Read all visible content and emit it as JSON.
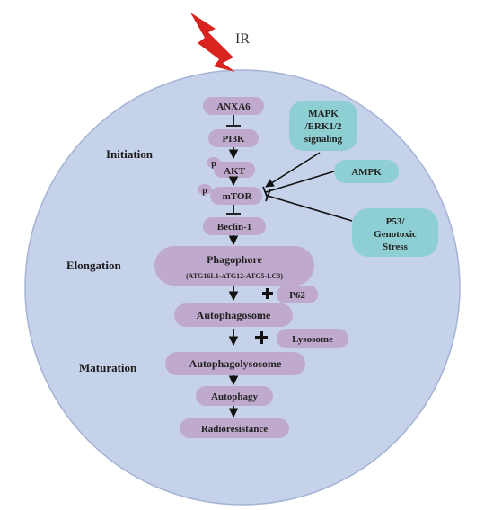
{
  "colors": {
    "cell": "#c6d2ea",
    "cell_border": "#a5b3d4",
    "node": "#bfa9cd",
    "regulator": "#8ecfd4",
    "bolt": "#d8231f",
    "arrow": "#111111"
  },
  "trigger": {
    "label": "IR",
    "icon": "lightning-bolt-icon"
  },
  "stages": [
    "Initiation",
    "Elongation",
    "Maturation"
  ],
  "pathway": {
    "anxa6": "ANXA6",
    "pi3k": "PI3K",
    "akt": "AKT",
    "mtor": "mTOR",
    "beclin": "Beclin-1",
    "phagophore": "Phagophore",
    "phagophore_sub": "(ATG16L1-ATG12-ATG5-LC3)",
    "p62": "P62",
    "autophagosome": "Autophagosome",
    "lysosome": "Lysosome",
    "autophagolysosome": "Autophagolysosome",
    "autophagy": "Autophagy",
    "radioresistance": "Radioresistance"
  },
  "phospho_label": "p",
  "regulators": {
    "mapk": [
      "MAPK",
      "/ERK1/2",
      "signaling"
    ],
    "ampk": "AMPK",
    "p53": [
      "P53/",
      "Genotoxic",
      "Stress"
    ]
  }
}
